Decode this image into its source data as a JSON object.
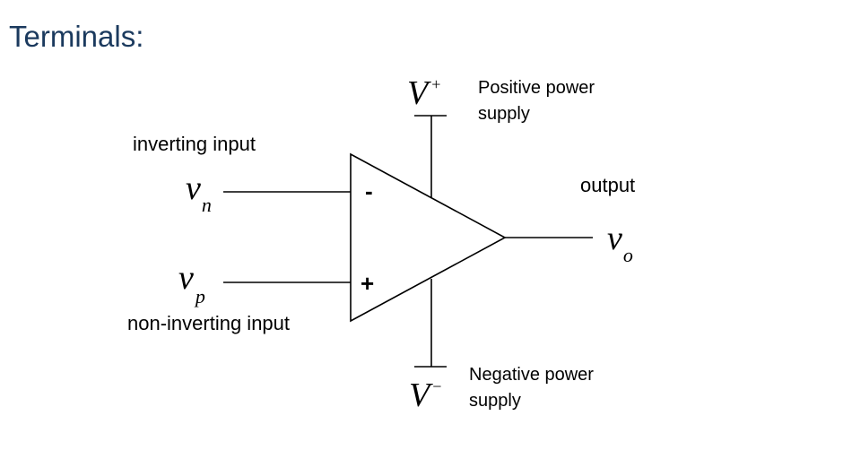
{
  "title": "Terminals:",
  "labels": {
    "inverting": "inverting input",
    "non_inverting": "non-inverting input",
    "output": "output",
    "positive_supply": [
      "Positive power",
      "supply"
    ],
    "negative_supply": [
      "Negative power",
      "supply"
    ]
  },
  "symbols": {
    "vn": {
      "main": "v",
      "sub": "n"
    },
    "vp": {
      "main": "v",
      "sub": "p"
    },
    "vo": {
      "main": "v",
      "sub": "o"
    },
    "vplus": {
      "main": "V",
      "sup": "+"
    },
    "vminus": {
      "main": "V",
      "sup": "−"
    }
  },
  "signs": {
    "minus": "-",
    "plus": "+"
  }
}
